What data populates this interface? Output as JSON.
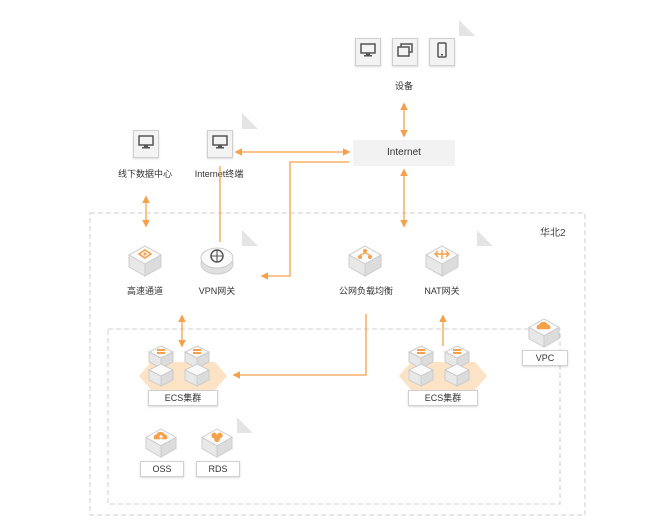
{
  "nodes": {
    "devices": {
      "label": "设备"
    },
    "internet": {
      "label": "Internet"
    },
    "offline_dc": {
      "label": "线下数据中心"
    },
    "internet_terminal": {
      "label": "Internet终端"
    },
    "express_connect": {
      "label": "高速通道"
    },
    "vpn_gateway": {
      "label": "VPN网关"
    },
    "slb": {
      "label": "公网负载均衡"
    },
    "nat_gateway": {
      "label": "NAT网关"
    },
    "vpc": {
      "label": "VPC"
    },
    "ecs_left": {
      "label": "ECS集群"
    },
    "ecs_right": {
      "label": "ECS集群"
    },
    "oss": {
      "label": "OSS"
    },
    "rds": {
      "label": "RDS"
    }
  },
  "region": {
    "label": "华北2"
  },
  "colors": {
    "accent": "#f5a04a",
    "border_dash": "#cfcfcf",
    "card_shadow": "#d8d8d8"
  }
}
